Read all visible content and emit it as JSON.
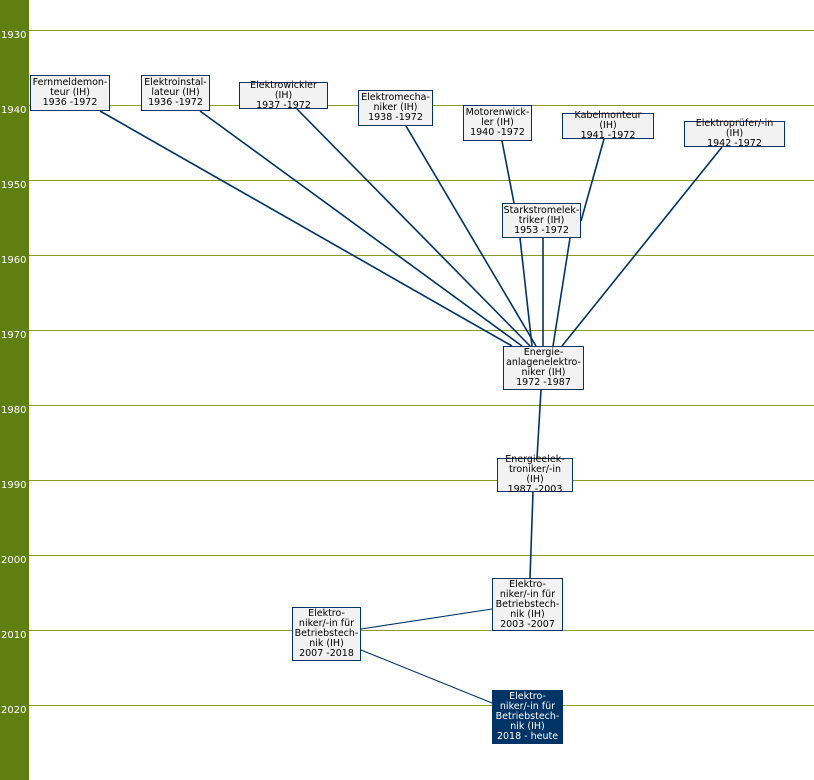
{
  "timeline": {
    "years": [
      "1930",
      "1940",
      "1950",
      "1960",
      "1970",
      "1980",
      "1990",
      "2000",
      "2010",
      "2020"
    ]
  },
  "nodes": {
    "fernmeldemonteur": {
      "label": "Fernmeldemon-\nteur (IH)\n1936 -1972"
    },
    "elektroinstallateur": {
      "label": "Elektroinstal-\nlateur (IH)\n1936 -1972"
    },
    "elektrowickler": {
      "label": "Elektrowickler (IH)\n1937 -1972"
    },
    "elektromechaniker": {
      "label": "Elektromecha-\nniker (IH)\n1938 -1972"
    },
    "motorenwickler": {
      "label": "Motorenwick-\nler (IH)\n1940 -1972"
    },
    "kabelmonteur": {
      "label": "Kabelmonteur (IH)\n1941 -1972"
    },
    "elektropruefer": {
      "label": "Elektroprüfer/-in (IH)\n1942 -1972"
    },
    "starkstromelektriker": {
      "label": "Starkstromelek-\ntriker (IH)\n1953 -1972"
    },
    "energieanlagenelektroniker": {
      "label": "Energie-\nanlagenelektro-\nniker (IH)\n1972 -1987"
    },
    "energieelektroniker": {
      "label": "Energieelek-\ntroniker/-in (IH)\n1987 -2003"
    },
    "betriebstechnik2003": {
      "label": "Elektro-\nniker/-in für\nBetriebstech-\nnik (IH)\n2003 -2007"
    },
    "betriebstechnik2007": {
      "label": "Elektro-\nniker/-in für\nBetriebstech-\nnik (IH)\n2007 -2018"
    },
    "betriebstechnik2018": {
      "label": "Elektro-\nniker/-in  für\nBetriebstech-\nnik (IH)\n2018 - heute"
    }
  },
  "colors": {
    "sidebar": "#5f7f10",
    "gridline": "#8a9a2e",
    "connector": "#003366",
    "node_bg": "#f2f2f2",
    "current_bg": "#003366"
  }
}
